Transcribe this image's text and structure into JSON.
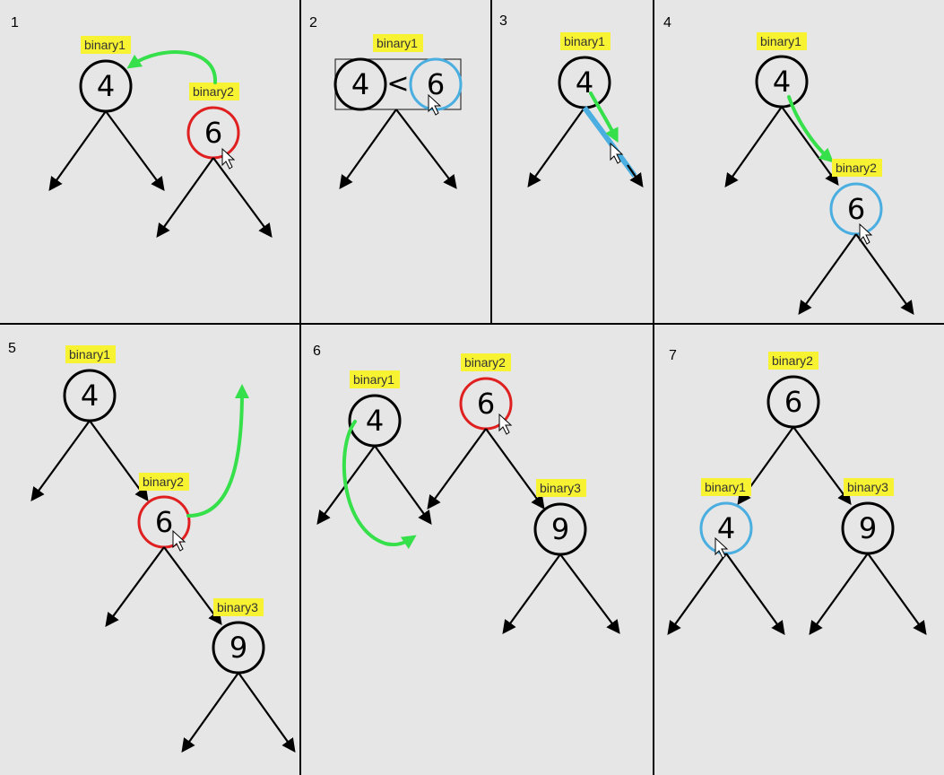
{
  "panels": [
    "1",
    "2",
    "3",
    "4",
    "5",
    "6",
    "7"
  ],
  "labels": {
    "binary1": "binary1",
    "binary2": "binary2",
    "binary3": "binary3"
  },
  "values": {
    "four": "4",
    "six": "6",
    "nine": "9"
  },
  "compare_operator": "<",
  "colors": {
    "background": "#e6e6e6",
    "node_default": "#000000",
    "node_selected": "#e02020",
    "node_highlight": "#4aaee0",
    "tag": "#f7f232",
    "move_arrow": "#36e04a",
    "link_highlight": "#4aaee0"
  }
}
